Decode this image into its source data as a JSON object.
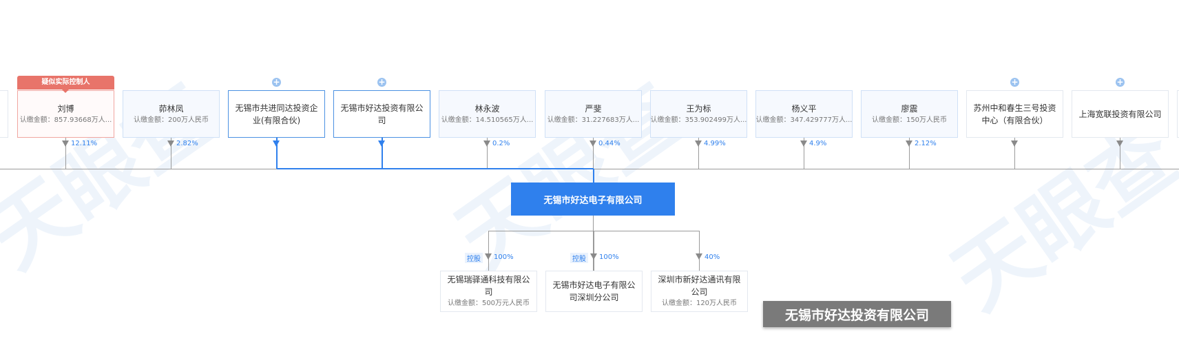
{
  "shareholders": [
    {
      "name": "刘博",
      "amount": "认缴金额：857.93668万人...",
      "pct": "12.11%",
      "type": "person",
      "tag": "疑似实际控制人"
    },
    {
      "name": "茆林凤",
      "amount": "认缴金额：200万人民币",
      "pct": "2.82%",
      "type": "person"
    },
    {
      "name": "无锡市共进同达投资企业(有限合伙)",
      "type": "blue",
      "expand": "+"
    },
    {
      "name": "无锡市好达投资有限公司",
      "type": "blue",
      "expand": "+"
    },
    {
      "name": "林永波",
      "amount": "认缴金额：14.510565万人...",
      "pct": "0.2%",
      "type": "person"
    },
    {
      "name": "严斐",
      "amount": "认缴金额：31.227683万人...",
      "pct": "0.44%",
      "type": "person"
    },
    {
      "name": "王为标",
      "amount": "认缴金额：353.902499万人...",
      "pct": "4.99%",
      "type": "person"
    },
    {
      "name": "杨义平",
      "amount": "认缴金额：347.429777万人...",
      "pct": "4.9%",
      "type": "person"
    },
    {
      "name": "廖震",
      "amount": "认缴金额：150万人民币",
      "pct": "2.12%",
      "type": "person"
    },
    {
      "name": "苏州中和春生三号投资中心（有限合伙）",
      "type": "company",
      "expand": "+"
    },
    {
      "name": "上海宽联投资有限公司",
      "type": "company",
      "expand": "+"
    }
  ],
  "main_company": "无锡市好达电子有限公司",
  "subsidiaries": [
    {
      "name": "无锡瑞驿通科技有限公司",
      "amount": "认缴金额：500万元人民币",
      "pct": "100%",
      "control": "控股"
    },
    {
      "name": "无锡市好达电子有限公司深圳分公司",
      "pct": "100%",
      "control": "控股"
    },
    {
      "name": "深圳市新好达通讯有限公司",
      "amount": "认缴金额：120万人民币",
      "pct": "40%"
    }
  ],
  "tooltip": "无锡市好达投资有限公司",
  "colors": {
    "primary": "#2f80ed",
    "tag": "#e8746a"
  }
}
